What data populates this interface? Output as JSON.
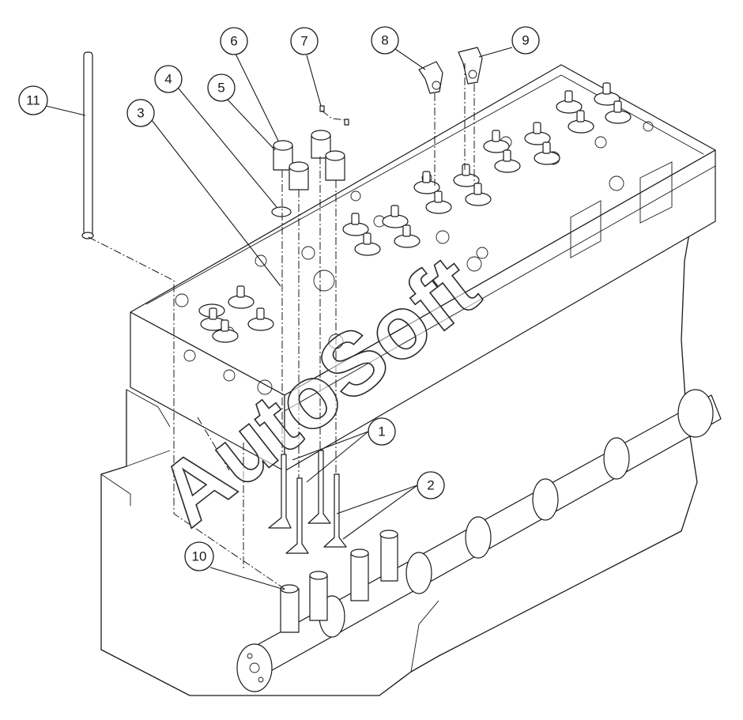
{
  "callouts": [
    {
      "label": "1"
    },
    {
      "label": "2"
    },
    {
      "label": "3"
    },
    {
      "label": "4"
    },
    {
      "label": "5"
    },
    {
      "label": "6"
    },
    {
      "label": "7"
    },
    {
      "label": "8"
    },
    {
      "label": "9"
    },
    {
      "label": "10"
    },
    {
      "label": "11"
    }
  ],
  "watermark": "AutoSoft",
  "colors": {
    "line": "#1a1a1a",
    "background": "#ffffff"
  }
}
